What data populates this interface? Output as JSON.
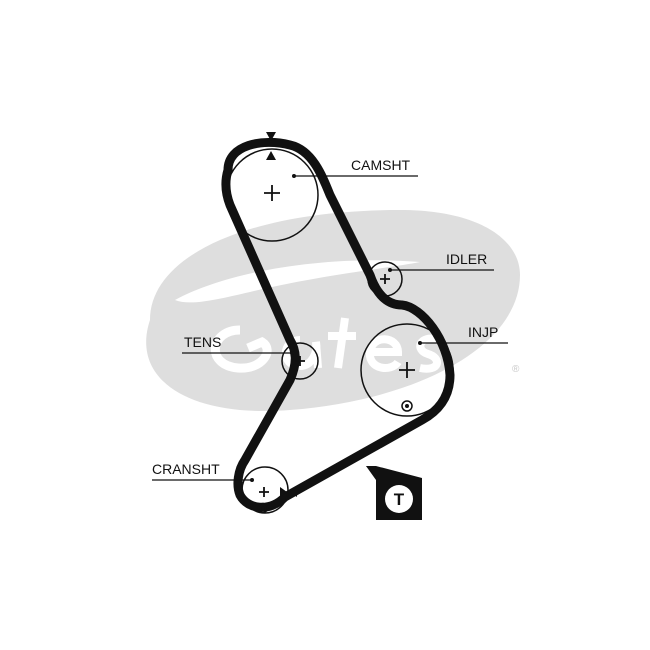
{
  "colors": {
    "belt": "#111111",
    "pulley_outline": "#111111",
    "watermark": "#dedede",
    "badge_bg": "#111111",
    "badge_fg": "#ffffff"
  },
  "labels": {
    "camshaft": "CAMSHT",
    "idler": "IDLER",
    "injection_pump": "INJP",
    "tensioner": "TENS",
    "crankshaft": "CRANSHT"
  },
  "watermark": {
    "logo": "gates-logo",
    "registered_mark": "®"
  },
  "tool_badge": {
    "letter": "T"
  },
  "icons": {
    "timing_mark_top": "triangle-marks-icon",
    "timing_mark_crank": "arrow-marks-icon",
    "dowel_injp": "dowel-pin-icon",
    "dowel_crank": "dowel-pin-icon"
  }
}
